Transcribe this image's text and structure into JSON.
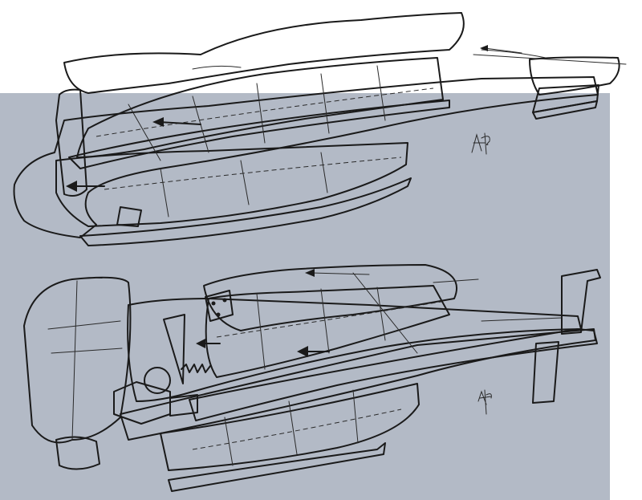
{
  "colors": {
    "background_upper": "#ffffff",
    "background_lower": "#b3bac6",
    "hull_white": "#f6f6f3",
    "hull_yellow": "#f2e52a",
    "ink": "#1a1a1a"
  },
  "figures": [
    {
      "id": "upper",
      "signature": "signature-mark"
    },
    {
      "id": "lower",
      "signature": "signature-mark"
    }
  ]
}
